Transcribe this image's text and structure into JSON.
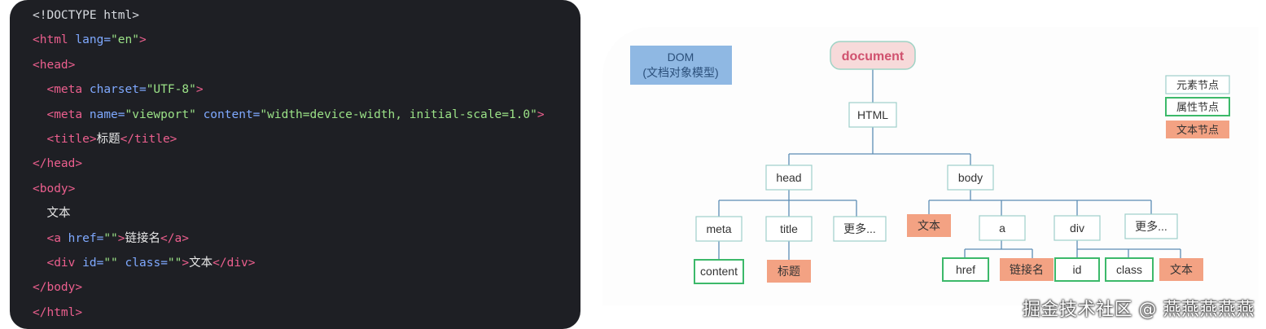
{
  "code": {
    "lines": [
      [
        {
          "t": "doctype",
          "v": "<!DOCTYPE html>"
        }
      ],
      [
        {
          "t": "tag",
          "v": "<html "
        },
        {
          "t": "attr",
          "v": "lang"
        },
        {
          "t": "punc",
          "v": "="
        },
        {
          "t": "val",
          "v": "\"en\""
        },
        {
          "t": "tag",
          "v": ">"
        }
      ],
      [
        {
          "t": "tag",
          "v": "<head>"
        }
      ],
      [
        {
          "t": "text",
          "v": "  "
        },
        {
          "t": "tag",
          "v": "<meta "
        },
        {
          "t": "attr",
          "v": "charset"
        },
        {
          "t": "punc",
          "v": "="
        },
        {
          "t": "val",
          "v": "\"UTF-8\""
        },
        {
          "t": "tag",
          "v": ">"
        }
      ],
      [
        {
          "t": "text",
          "v": "  "
        },
        {
          "t": "tag",
          "v": "<meta "
        },
        {
          "t": "attr",
          "v": "name"
        },
        {
          "t": "punc",
          "v": "="
        },
        {
          "t": "val",
          "v": "\"viewport\""
        },
        {
          "t": "text",
          "v": " "
        },
        {
          "t": "attr",
          "v": "content"
        },
        {
          "t": "punc",
          "v": "="
        },
        {
          "t": "val",
          "v": "\"width=device-width, initial-scale=1.0\""
        },
        {
          "t": "tag",
          "v": ">"
        }
      ],
      [
        {
          "t": "text",
          "v": "  "
        },
        {
          "t": "tag",
          "v": "<title>"
        },
        {
          "t": "text",
          "v": "标题"
        },
        {
          "t": "tag",
          "v": "</title>"
        }
      ],
      [
        {
          "t": "tag",
          "v": "</head>"
        }
      ],
      [
        {
          "t": "tag",
          "v": "<body>"
        }
      ],
      [
        {
          "t": "text",
          "v": "  文本"
        }
      ],
      [
        {
          "t": "text",
          "v": "  "
        },
        {
          "t": "tag",
          "v": "<a "
        },
        {
          "t": "attr",
          "v": "href"
        },
        {
          "t": "punc",
          "v": "="
        },
        {
          "t": "val",
          "v": "\"\""
        },
        {
          "t": "tag",
          "v": ">"
        },
        {
          "t": "text",
          "v": "链接名"
        },
        {
          "t": "tag",
          "v": "</a>"
        }
      ],
      [
        {
          "t": "text",
          "v": "  "
        },
        {
          "t": "tag",
          "v": "<div "
        },
        {
          "t": "attr",
          "v": "id"
        },
        {
          "t": "punc",
          "v": "="
        },
        {
          "t": "val",
          "v": "\"\""
        },
        {
          "t": "text",
          "v": " "
        },
        {
          "t": "attr",
          "v": "class"
        },
        {
          "t": "punc",
          "v": "="
        },
        {
          "t": "val",
          "v": "\"\""
        },
        {
          "t": "tag",
          "v": ">"
        },
        {
          "t": "text",
          "v": "文本"
        },
        {
          "t": "tag",
          "v": "</div>"
        }
      ],
      [
        {
          "t": "tag",
          "v": "</body>"
        }
      ],
      [
        {
          "t": "tag",
          "v": "</html>"
        }
      ]
    ]
  },
  "diagram": {
    "dom_label_line1": "DOM",
    "dom_label_line2": "(文档对象模型)",
    "root": "document",
    "html": "HTML",
    "head": "head",
    "body": "body",
    "meta": "meta",
    "title": "title",
    "head_more": "更多...",
    "body_text": "文本",
    "a": "a",
    "div": "div",
    "body_more": "更多...",
    "content": "content",
    "title_text": "标题",
    "href": "href",
    "link_name": "链接名",
    "id": "id",
    "class": "class",
    "div_text": "文本",
    "legend": {
      "element": "元素节点",
      "attribute": "属性节点",
      "text": "文本节点"
    },
    "colors": {
      "element_border": "#9ecfca",
      "attribute_border": "#3cb96a",
      "text_fill": "#f3a283",
      "root_fill": "#f7dada",
      "root_text": "#d0516e",
      "dom_fill": "#8fb8e3",
      "line": "#5b8db4"
    }
  },
  "watermark": "掘金技术社区 @ 燕燕燕燕燕"
}
